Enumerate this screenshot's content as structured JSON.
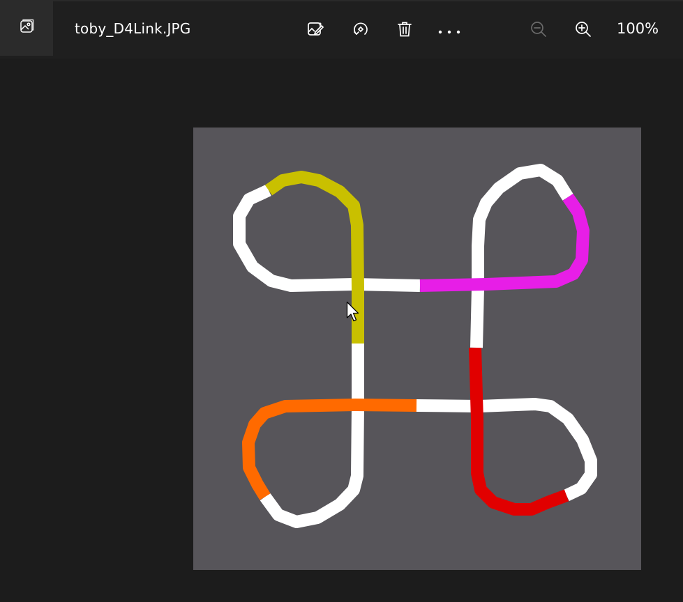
{
  "app": {
    "file_name": "toby_D4Link.JPG",
    "zoom_level": "100%"
  },
  "toolbar": {
    "buttons": [
      {
        "name": "edit-image",
        "icon": "edit-image-icon"
      },
      {
        "name": "rotate",
        "icon": "rotate-icon"
      },
      {
        "name": "delete",
        "icon": "trash-icon"
      },
      {
        "name": "more",
        "icon": "more-icon"
      },
      {
        "name": "zoom-out",
        "icon": "zoom-out-icon",
        "disabled": true
      },
      {
        "name": "zoom-in",
        "icon": "zoom-in-icon"
      }
    ]
  },
  "image": {
    "background_color": "#57555a",
    "link_colors": {
      "tube_white": "#ffffff",
      "yellow": "#c9c000",
      "magenta": "#e71ee7",
      "red": "#e10000",
      "orange": "#ff6a00"
    }
  }
}
